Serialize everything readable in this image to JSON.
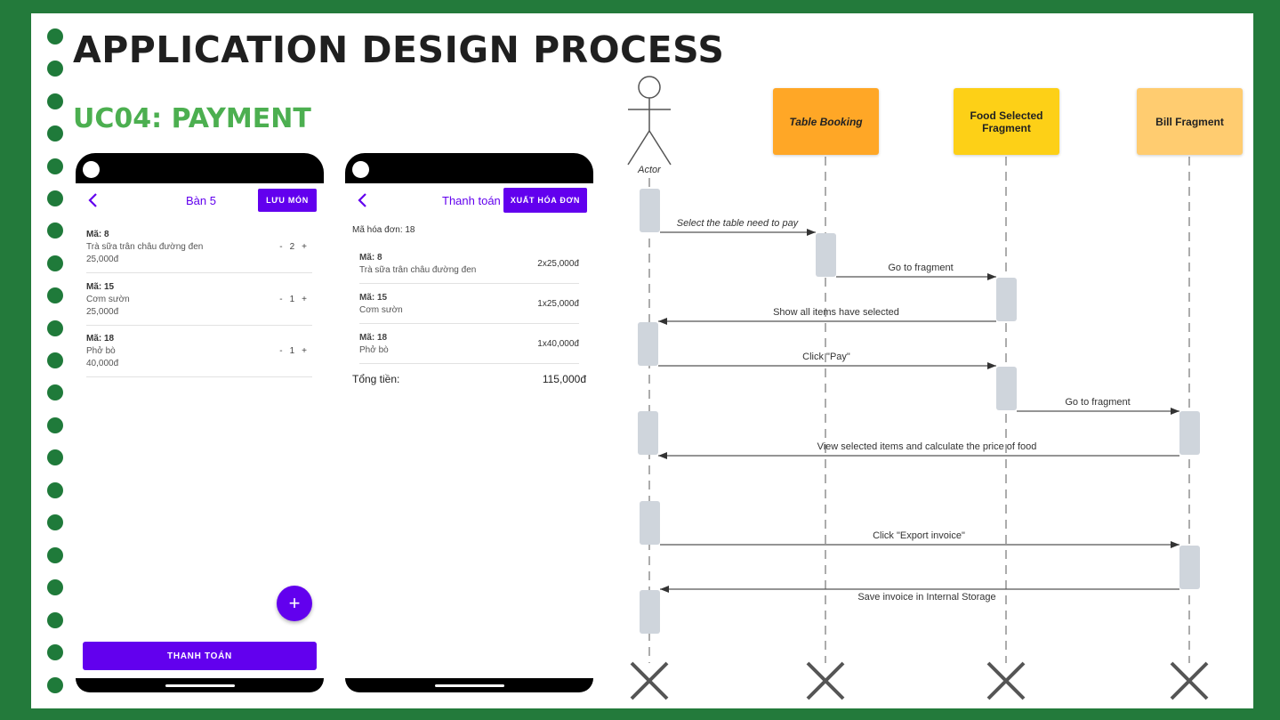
{
  "slide": {
    "title": "APPLICATION DESIGN PROCESS",
    "subtitle": "UC04: PAYMENT",
    "colors": {
      "frame": "#237a3b",
      "subtitle": "#4caf50",
      "accent": "#6200ee"
    }
  },
  "screen_order": {
    "title": "Bàn 5",
    "save_button": "LƯU MÓN",
    "back_icon": "chevron-left-icon",
    "items": [
      {
        "code": "Mã: 8",
        "name": "Trà sữa trân châu đường đen",
        "price": "25,000đ",
        "minus": "-",
        "qty": "2",
        "plus": "+"
      },
      {
        "code": "Mã: 15",
        "name": "Cơm sườn",
        "price": "25,000đ",
        "minus": "-",
        "qty": "1",
        "plus": "+"
      },
      {
        "code": "Mã: 18",
        "name": "Phở bò",
        "price": "40,000đ",
        "minus": "-",
        "qty": "1",
        "plus": "+"
      }
    ],
    "fab": "+",
    "pay_button": "THANH TOÁN"
  },
  "screen_bill": {
    "title": "Thanh toán",
    "export_button": "XUẤT HÓA ĐƠN",
    "back_icon": "chevron-left-icon",
    "invoice_id": "Mã hóa đơn: 18",
    "items": [
      {
        "code": "Mã: 8",
        "name": "Trà sữa trân châu đường đen",
        "amount": "2x25,000đ"
      },
      {
        "code": "Mã: 15",
        "name": "Cơm sườn",
        "amount": "1x25,000đ"
      },
      {
        "code": "Mã: 18",
        "name": "Phở bò",
        "amount": "1x40,000đ"
      }
    ],
    "total_label": "Tổng tiền:",
    "total_value": "115,000đ"
  },
  "sequence": {
    "actor_label": "Actor",
    "participants": [
      {
        "label": "Table Booking",
        "color": "#ffa726"
      },
      {
        "label": "Food Selected Fragment",
        "color": "#fdd017"
      },
      {
        "label": "Bill Fragment",
        "color": "#ffcc70"
      }
    ],
    "messages": [
      "Select the table need to pay",
      "Go to fragment",
      "Show all items have selected",
      "Click \"Pay\"",
      "Go to fragment",
      "View selected items and calculate the price of food",
      "Click \"Export invoice\"",
      "Save invoice in Internal Storage"
    ]
  }
}
